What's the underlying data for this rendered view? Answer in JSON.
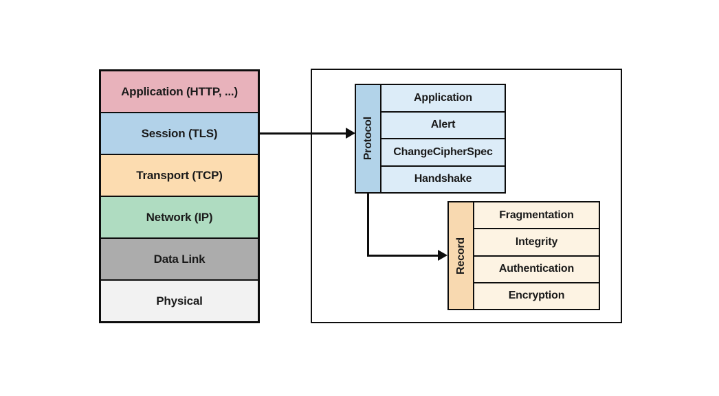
{
  "left_stack": {
    "layers": [
      {
        "label": "Application (HTTP, ...)"
      },
      {
        "label": "Session (TLS)"
      },
      {
        "label": "Transport (TCP)"
      },
      {
        "label": "Network (IP)"
      },
      {
        "label": "Data Link"
      },
      {
        "label": "Physical"
      }
    ]
  },
  "tls_detail": {
    "protocol_box": {
      "band_label": "Protocol",
      "rows": [
        "Application",
        "Alert",
        "ChangeCipherSpec",
        "Handshake"
      ]
    },
    "record_box": {
      "band_label": "Record",
      "rows": [
        "Fragmentation",
        "Integrity",
        "Authentication",
        "Encryption"
      ]
    }
  },
  "colors": {
    "layer-application": "#e8b2bb",
    "layer-session": "#b2d2e9",
    "layer-transport": "#fcdcb0",
    "layer-network": "#afdcc1",
    "layer-datalink": "#acacac",
    "layer-physical": "#f2f2f2",
    "band-protocol": "#b2d3e9",
    "rows-protocol": "#dcecf8",
    "band-record": "#f8d9b0",
    "rows-record": "#fdf3e3",
    "line": "#0d0d0d"
  }
}
